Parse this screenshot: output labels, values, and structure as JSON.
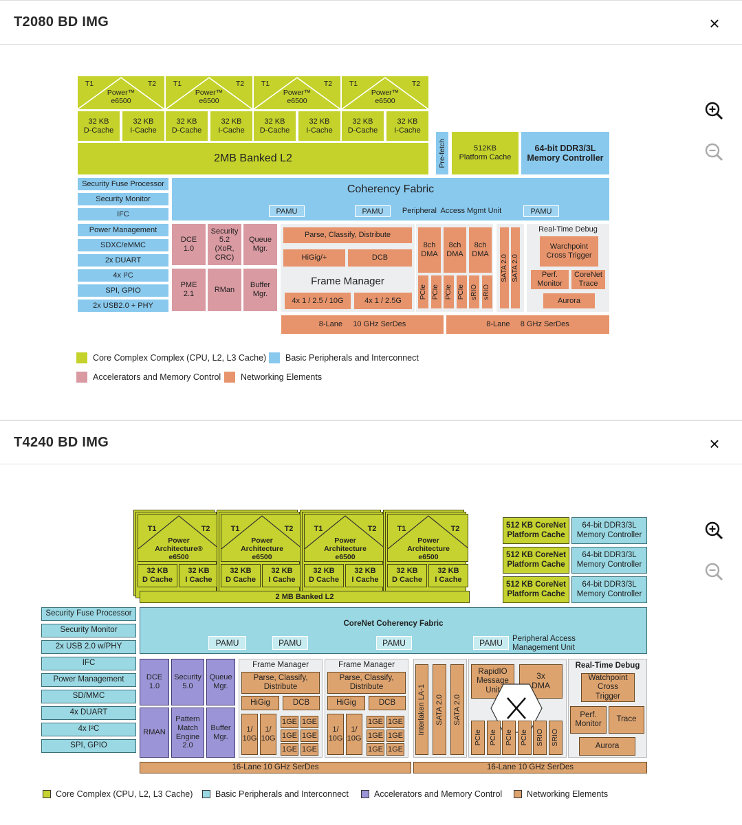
{
  "panel1": {
    "title": "T2080 BD IMG",
    "close": "×",
    "cores": [
      {
        "t1": "T1",
        "t2": "T2",
        "name": "Power™\ne6500",
        "dcache": "32 KB\nD-Cache",
        "icache": "32 KB\nI-Cache"
      },
      {
        "t1": "T1",
        "t2": "T2",
        "name": "Power™\ne6500",
        "dcache": "32 KB\nD-Cache",
        "icache": "32 KB\nI-Cache"
      },
      {
        "t1": "T1",
        "t2": "T2",
        "name": "Power™\ne6500",
        "dcache": "32 KB\nD-Cache",
        "icache": "32 KB\nI-Cache"
      },
      {
        "t1": "T1",
        "t2": "T2",
        "name": "Power™\ne6500",
        "dcache": "32 KB\nD-Cache",
        "icache": "32 KB\nI-Cache"
      }
    ],
    "l2": "2MB Banked L2",
    "prefetch": "Pre-fetch",
    "platform_cache": "512KB\nPlatform Cache",
    "mem_ctrl": "64-bit DDR3/3L\nMemory Controller",
    "left_list": [
      "Security Fuse Processor",
      "Security Monitor",
      "IFC",
      "Power Management",
      "SDXC/eMMC",
      "2x DUART",
      "4x I²C",
      "SPI, GPIO",
      "2x USB2.0 + PHY"
    ],
    "fabric": "Coherency Fabric",
    "pamu": "PAMU",
    "peripheral_access": "Peripheral  Access Mgmt Unit",
    "accel": {
      "dce": "DCE\n1.0",
      "security": "Security\n5.2\n(XoR,\nCRC)",
      "queue": "Queue\nMgr.",
      "pme": "PME\n2.1",
      "rman": "RMan",
      "buffer": "Buffer\nMgr."
    },
    "fm": {
      "parse": "Parse, Classify, Distribute",
      "higig": "HiGig/+",
      "dcb": "DCB",
      "title": "Frame Manager",
      "p1": "4x 1 / 2.5 / 10G",
      "p2": "4x 1 / 2.5G"
    },
    "dma": [
      "8ch\nDMA",
      "8ch\nDMA",
      "8ch\nDMA"
    ],
    "serial": [
      "PCIe",
      "PCIe",
      "PCIe",
      "PCIe",
      "sRIO",
      "sRIO"
    ],
    "sata": [
      "SATA 2.0",
      "SATA 2.0"
    ],
    "debug": {
      "title": "Real-Time Debug",
      "watch": "Warchpoint\nCross Trigger",
      "perf": "Perf.\nMonitor",
      "trace": "CoreNet\nTrace",
      "aurora": "Aurora"
    },
    "serdes": [
      "8-Lane     10 GHz SerDes",
      "8-Lane     8 GHz SerDes"
    ],
    "legend": [
      {
        "label": "Core Complex Complex (CPU, L2, L3 Cache)",
        "color": "#c4d22b"
      },
      {
        "label": "Basic Peripherals and Interconnect",
        "color": "#89c9ee"
      },
      {
        "label": "Accelerators and Memory Control",
        "color": "#d99aa2"
      },
      {
        "label": "Networking Elements",
        "color": "#e7946c"
      }
    ]
  },
  "panel2": {
    "title": "T4240 BD IMG",
    "close": "×",
    "cores": [
      {
        "t1": "T1",
        "t2": "T2",
        "name": "Power\nArchitecture®\ne6500",
        "dcache": "32 KB\nD Cache",
        "icache": "32 KB\nI Cache"
      },
      {
        "t1": "T1",
        "t2": "T2",
        "name": "Power\nArchitecture\ne6500",
        "dcache": "32 KB\nD Cache",
        "icache": "32 KB\nI Cache"
      },
      {
        "t1": "T1",
        "t2": "T2",
        "name": "Power\nArchitecture\ne6500",
        "dcache": "32 KB\nD Cache",
        "icache": "32 KB\nI Cache"
      },
      {
        "t1": "T1",
        "t2": "T2",
        "name": "Power\nArchitecture\ne6500",
        "dcache": "32 KB\nD Cache",
        "icache": "32 KB\nI Cache"
      }
    ],
    "l2": "2 MB Banked L2",
    "platform_caches": [
      "512 KB CoreNet\nPlatform Cache",
      "512 KB CoreNet\nPlatform Cache",
      "512 KB CoreNet\nPlatform Cache"
    ],
    "mem_ctrls": [
      "64-bit DDR3/3L\nMemory Controller",
      "64-bit DDR3/3L\nMemory Controller",
      "64-bit DDR3/3L\nMemory Controller"
    ],
    "left_list": [
      "Security Fuse Processor",
      "Security Monitor",
      "2x USB 2.0 w/PHY",
      "IFC",
      "Power Management",
      "SD/MMC",
      "4x DUART",
      "4x I²C",
      "SPI, GPIO"
    ],
    "fabric": "CoreNet Coherency Fabric",
    "pamu": "PAMU",
    "peripheral_access": "Peripheral Access\nManagement Unit",
    "accel": {
      "dce": "DCE\n1.0",
      "security": "Security\n5.0",
      "queue": "Queue\nMgr.",
      "rman": "RMAN",
      "pattern": "Pattern\nMatch\nEngine\n2.0",
      "buffer": "Buffer\nMgr."
    },
    "fm": {
      "title": "Frame Manager",
      "parse": "Parse, Classify,\nDistribute",
      "higig": "HiGig",
      "dcb": "DCB",
      "ten_g": "1/\n10G",
      "one_ge": "1GE"
    },
    "interlaken": "Interlaken LA-1",
    "sata": [
      "SATA 2.0",
      "SATA 2.0"
    ],
    "rapidio": "RapidIO\nMessage\nUnit",
    "dma": "3x\nDMA",
    "serial": [
      "PCIe",
      "PCIe",
      "PCIe",
      "PCIe",
      "SRIO",
      "SRIO"
    ],
    "debug": {
      "title": "Real-Time Debug",
      "watch": "Watchpoint\nCross\nTrigger",
      "perf": "Perf.\nMonitor",
      "trace": "Trace",
      "aurora": "Aurora"
    },
    "serdes": [
      "16-Lane 10 GHz SerDes",
      "16-Lane 10 GHz SerDes"
    ],
    "legend": [
      {
        "label": "Core Complex (CPU, L2, L3 Cache)",
        "color": "#c6d22f"
      },
      {
        "label": "Basic Peripherals and Interconnect",
        "color": "#9ad8e3"
      },
      {
        "label": "Accelerators and Memory Control",
        "color": "#9b94d6"
      },
      {
        "label": "Networking Elements",
        "color": "#dda36f"
      }
    ]
  }
}
